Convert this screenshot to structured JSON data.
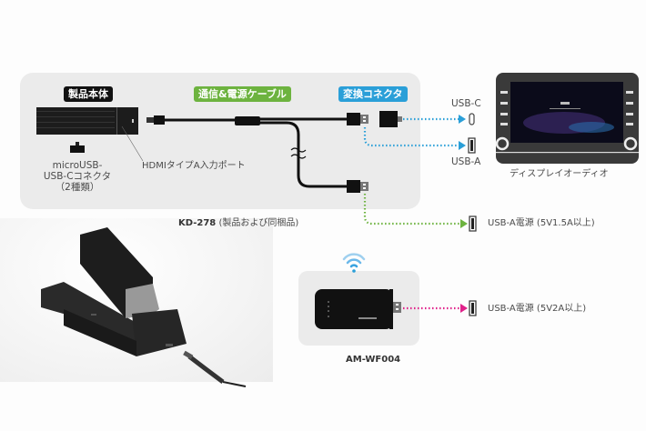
{
  "labels": {
    "product_body": "製品本体",
    "cable": "通信&電源ケーブル",
    "converter": "変換コネクタ",
    "micro_usb_connector_line1": "microUSB-",
    "micro_usb_connector_line2": "USB-Cコネクタ",
    "micro_usb_connector_line3": "（2種類）",
    "hdmi_port": "HDMIタイプA入力ポート",
    "usb_c": "USB-C",
    "usb_a": "USB-A",
    "display_audio": "ディスプレイオーディオ",
    "kd_model": "KD-278",
    "kd_model_note": "(製品および同梱品)",
    "usb_a_power_1": "USB-A電源 (5V1.5A以上)",
    "wifi_model": "AM-WF004",
    "usb_a_power_2": "USB-A電源 (5V2A以上)"
  },
  "colors": {
    "badge_black": "#111111",
    "badge_green": "#6db33f",
    "badge_blue": "#2a9fd8",
    "arrow_blue": "#2a9fd8",
    "arrow_green": "#6db33f",
    "arrow_magenta": "#e0218a",
    "panel_gray": "#ebebeb",
    "wifi_blue": "#3aa3e0"
  },
  "icons": {
    "wifi": "wifi-icon",
    "usb_c_port": "usb-c-port-icon",
    "usb_a_port": "usb-a-port-icon"
  }
}
